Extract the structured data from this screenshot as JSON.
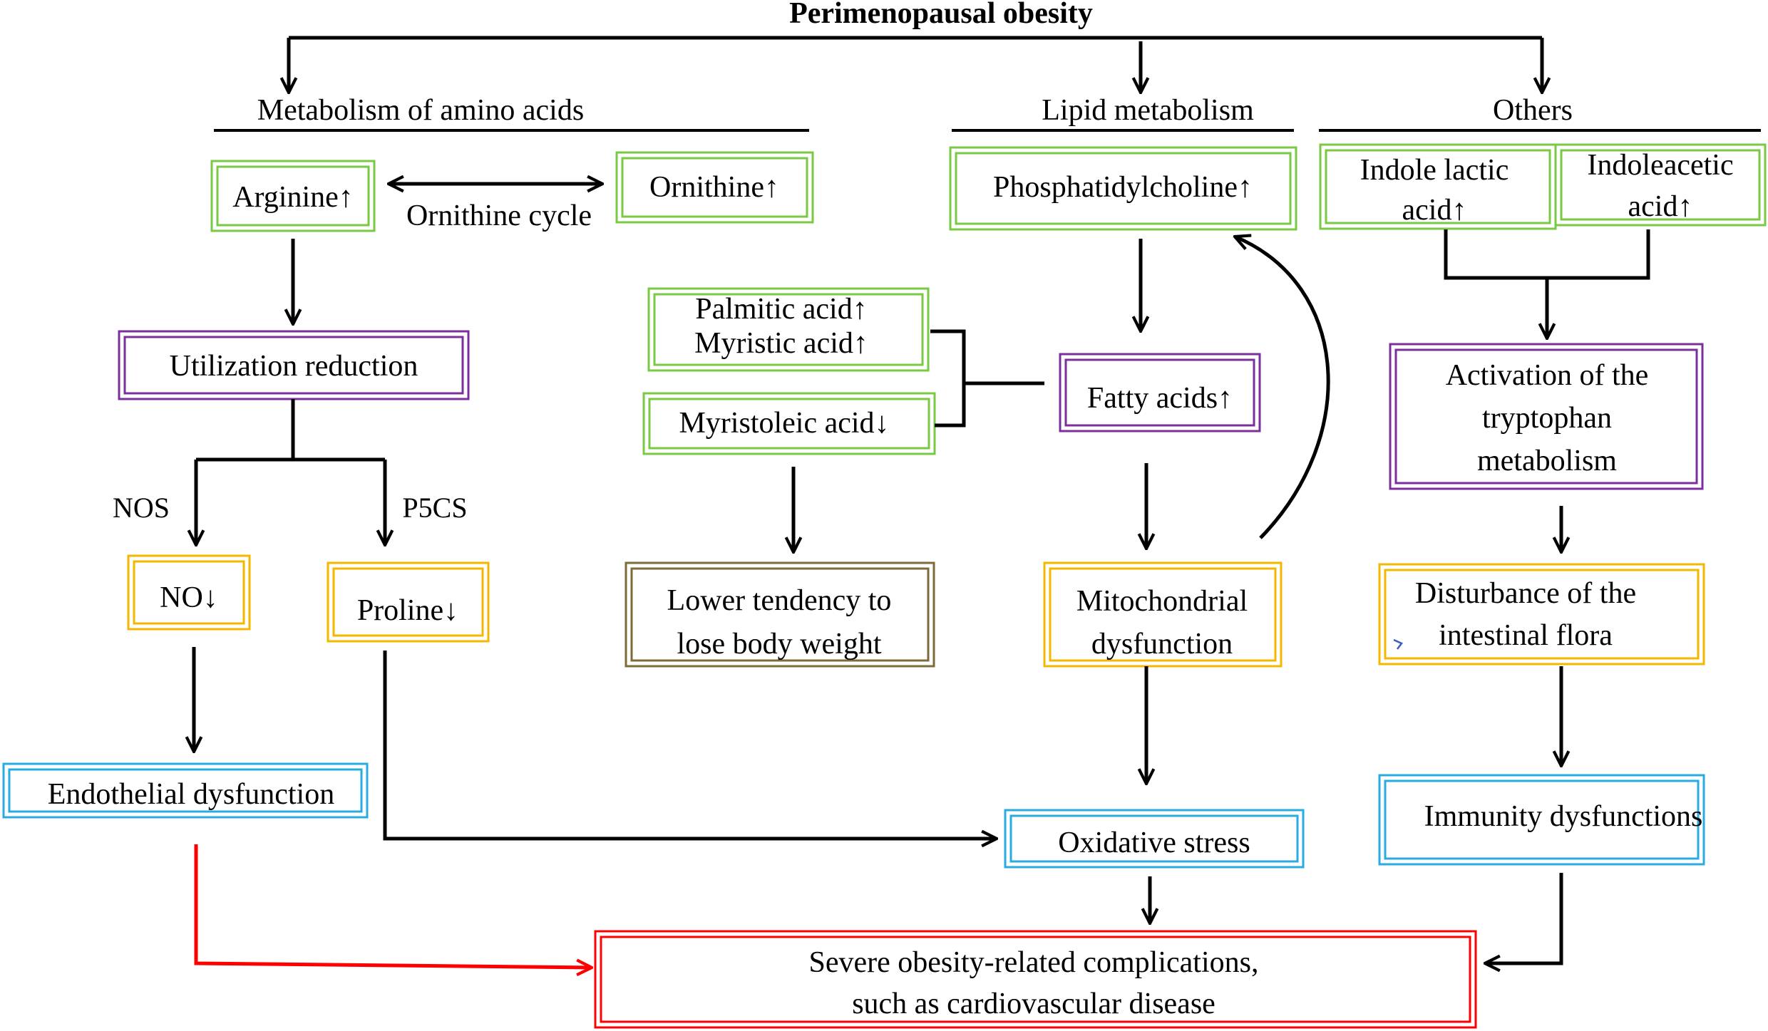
{
  "title": "Perimenopausal obesity",
  "sections": {
    "amino": "Metabolism of amino acids",
    "lipid": "Lipid metabolism",
    "others": "Others"
  },
  "nodes": {
    "arginine": "Arginine↑",
    "ornithine": "Ornithine↑",
    "ornithine_cycle": "Ornithine cycle",
    "utilization": "Utilization reduction",
    "nos": "NOS",
    "p5cs": "P5CS",
    "no": "NO↓",
    "proline": "Proline↓",
    "endothelial": "Endothelial dysfunction",
    "phosphatidylcholine": "Phosphatidylcholine↑",
    "palmitic": "Palmitic acid↑",
    "myristic": "Myristic acid↑",
    "myristoleic": "Myristoleic acid↓",
    "fatty": "Fatty acids↑",
    "lower_tendency_1": "Lower tendency to",
    "lower_tendency_2": "lose body weight",
    "mito_1": "Mitochondrial",
    "mito_2": "dysfunction",
    "oxidative": "Oxidative stress",
    "indole_lactic_1": "Indole lactic",
    "indole_lactic_2": "acid↑",
    "indoleacetic_1": "Indoleacetic",
    "indoleacetic_2": "acid↑",
    "tryptophan_1": "Activation of the",
    "tryptophan_2": "tryptophan",
    "tryptophan_3": "metabolism",
    "flora_1": "Disturbance of the",
    "flora_2": "intestinal flora",
    "immunity": "Immunity dysfunctions",
    "severe_1": "Severe obesity-related complications,",
    "severe_2": "such as cardiovascular disease"
  },
  "colors": {
    "green": "#7ac943",
    "purple": "#7b2f9e",
    "orange": "#f5b800",
    "blue": "#29abe2",
    "olive": "#7d6b3a",
    "red": "#ff0000",
    "mark": "#3a5bc7"
  }
}
